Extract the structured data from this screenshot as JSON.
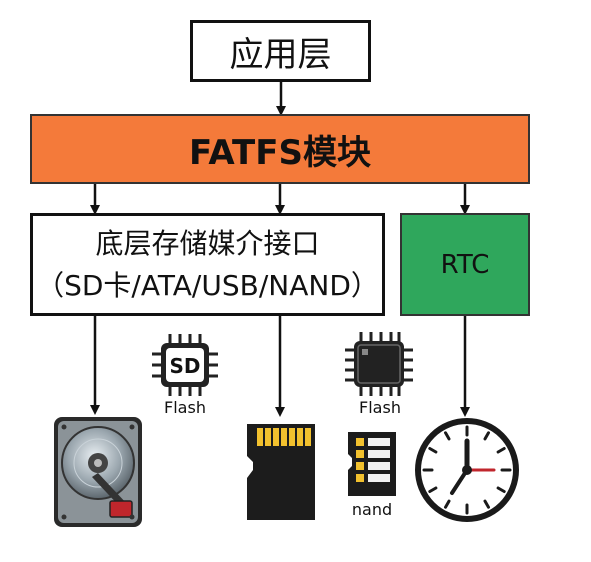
{
  "colors": {
    "fatfs_fill": "#f47a3a",
    "rtc_fill": "#2fa75c",
    "line": "#111111",
    "chip_body": "#222222",
    "sd_gold": "#f2c12e",
    "clock_hand_red": "#c0262c"
  },
  "nodes": {
    "app": "应用层",
    "fatfs": "FATFS模块",
    "driver_line1": "底层存储媒介接口",
    "driver_line2": "（SD卡/ATA/USB/NAND）",
    "rtc": "RTC"
  },
  "icons": {
    "sd_chip": {
      "label": "SD",
      "caption": "Flash",
      "icon": "sd-chip-icon"
    },
    "flash_chip": {
      "caption": "Flash",
      "icon": "chip-icon"
    },
    "nand": {
      "caption": "nand",
      "icon": "nand-card-icon"
    },
    "hdd": {
      "icon": "hard-disk-icon"
    },
    "microsd": {
      "icon": "microsd-card-icon"
    },
    "clock": {
      "icon": "clock-icon"
    }
  }
}
